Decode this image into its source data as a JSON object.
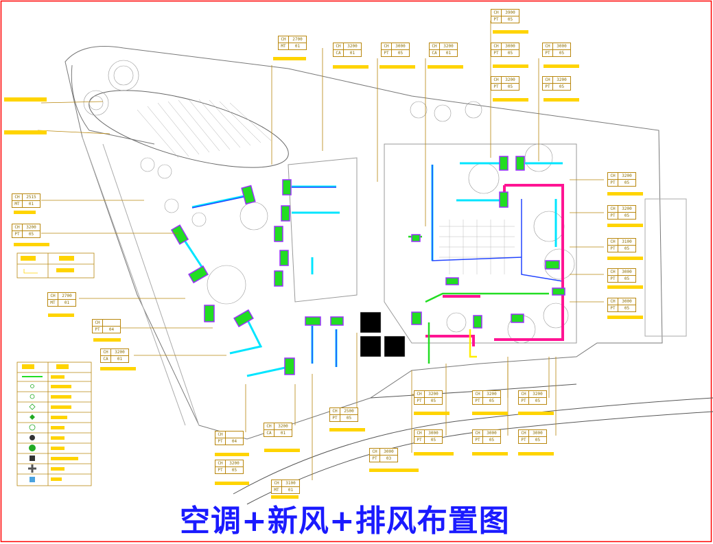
{
  "drawing_title": "空调+新风+排风布置图",
  "tags": [
    {
      "k1": "CH",
      "v1": "2700",
      "k2": "MT",
      "v2": "01"
    },
    {
      "k1": "CH",
      "v1": "3200",
      "k2": "CA",
      "v2": "01"
    },
    {
      "k1": "CH",
      "v1": "3000",
      "k2": "PT",
      "v2": "05"
    },
    {
      "k1": "CH",
      "v1": "3200",
      "k2": "CA",
      "v2": "01"
    },
    {
      "k1": "CH",
      "v1": "3900",
      "k2": "PT",
      "v2": "05"
    },
    {
      "k1": "CH",
      "v1": "3000",
      "k2": "PT",
      "v2": "05"
    },
    {
      "k1": "CH",
      "v1": "3000",
      "k2": "PT",
      "v2": "05"
    },
    {
      "k1": "CH",
      "v1": "3200",
      "k2": "PT",
      "v2": "05"
    },
    {
      "k1": "CH",
      "v1": "3200",
      "k2": "PT",
      "v2": "05"
    },
    {
      "k1": "CH",
      "v1": "2515",
      "k2": "MT",
      "v2": "01"
    },
    {
      "k1": "CH",
      "v1": "3200",
      "k2": "PT",
      "v2": "05"
    },
    {
      "k1": "CH",
      "v1": "2700",
      "k2": "MT",
      "v2": "01"
    },
    {
      "k1": "CH",
      "v1": "",
      "k2": "PT",
      "v2": "04"
    },
    {
      "k1": "CH",
      "v1": "3200",
      "k2": "CA",
      "v2": "01"
    },
    {
      "k1": "CH",
      "v1": "3200",
      "k2": "PT",
      "v2": "05"
    },
    {
      "k1": "CH",
      "v1": "3200",
      "k2": "PT",
      "v2": "05"
    },
    {
      "k1": "CH",
      "v1": "3100",
      "k2": "PT",
      "v2": "05"
    },
    {
      "k1": "CH",
      "v1": "3000",
      "k2": "PT",
      "v2": "05"
    },
    {
      "k1": "CH",
      "v1": "3000",
      "k2": "PT",
      "v2": "05"
    },
    {
      "k1": "CH",
      "v1": "3200",
      "k2": "CA",
      "v2": "01"
    },
    {
      "k1": "CH",
      "v1": "",
      "k2": "PT",
      "v2": "04"
    },
    {
      "k1": "CH",
      "v1": "3200",
      "k2": "PT",
      "v2": "05"
    },
    {
      "k1": "CH",
      "v1": "2500",
      "k2": "PT",
      "v2": "05"
    },
    {
      "k1": "CH",
      "v1": "3100",
      "k2": "MT",
      "v2": "01"
    },
    {
      "k1": "CH",
      "v1": "3000",
      "k2": "PT",
      "v2": "03"
    },
    {
      "k1": "CH",
      "v1": "3200",
      "k2": "PT",
      "v2": "05"
    },
    {
      "k1": "CH",
      "v1": "3000",
      "k2": "PT",
      "v2": "05"
    },
    {
      "k1": "CH",
      "v1": "3200",
      "k2": "PT",
      "v2": "05"
    },
    {
      "k1": "CH",
      "v1": "3000",
      "k2": "PT",
      "v2": "05"
    },
    {
      "k1": "CH",
      "v1": "3200",
      "k2": "PT",
      "v2": "05"
    },
    {
      "k1": "CH",
      "v1": "3000",
      "k2": "PT",
      "v2": "05"
    }
  ],
  "colors": {
    "border": "#ff0000",
    "duct_cyan": "#00e5ff",
    "duct_magenta": "#ff1493",
    "duct_green": "#22dd22",
    "duct_yellow": "#ffee00",
    "unit_purple": "#9b30ff",
    "tag_line": "#b8860b",
    "title": "#1a1aff",
    "plan_line": "#888888"
  }
}
